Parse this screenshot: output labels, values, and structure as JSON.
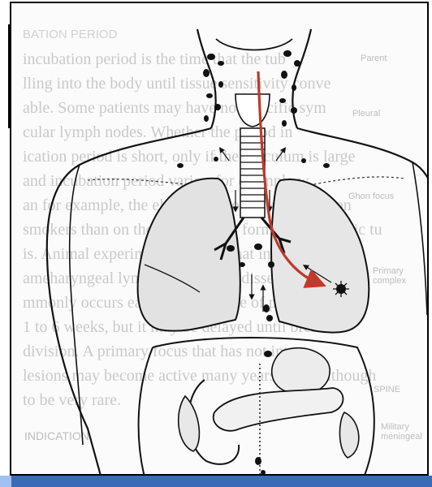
{
  "background_page": {
    "heading": "BATION PERIOD",
    "lines": [
      "incubation period is the time that the tub",
      "lling into the body until tissue sensitivity conve",
      "able. Some patients may have nonspecific sym",
      "cular lymph nodes. Whether the period in",
      "ication period is short, only if the inoculum is large",
      "and incubation period varies, for example w",
      "an for example, the elderly, persons likely to be on",
      "smokers than on those with other forms (e.g. chronic tu",
      "is. Animal experiments suggest that in this c",
      "ameharyngeal lymphadenitis and dissemination",
      "mmonly occurs early in the course of primary tuber",
      "1 to 6 weeks, but it may be delayed until breast or",
      "division. A primary focus that has not intern",
      "lesions may become active many years later. Although",
      "to be very rare."
    ],
    "margin_labels": [
      "Parent",
      "Pleural",
      "Ghon focus",
      "Primary complex",
      "Military meningeal",
      "SPINE"
    ],
    "bottom_label": "INDICATION"
  },
  "illustration": {
    "description_alt": "",
    "accent_color": "#c0392b",
    "bg_color": "#fbfbfb"
  },
  "chrome": {
    "bottom_bar_color": "#3a6ab8",
    "bottom_bar_corner_color": "#9fc2ee"
  }
}
